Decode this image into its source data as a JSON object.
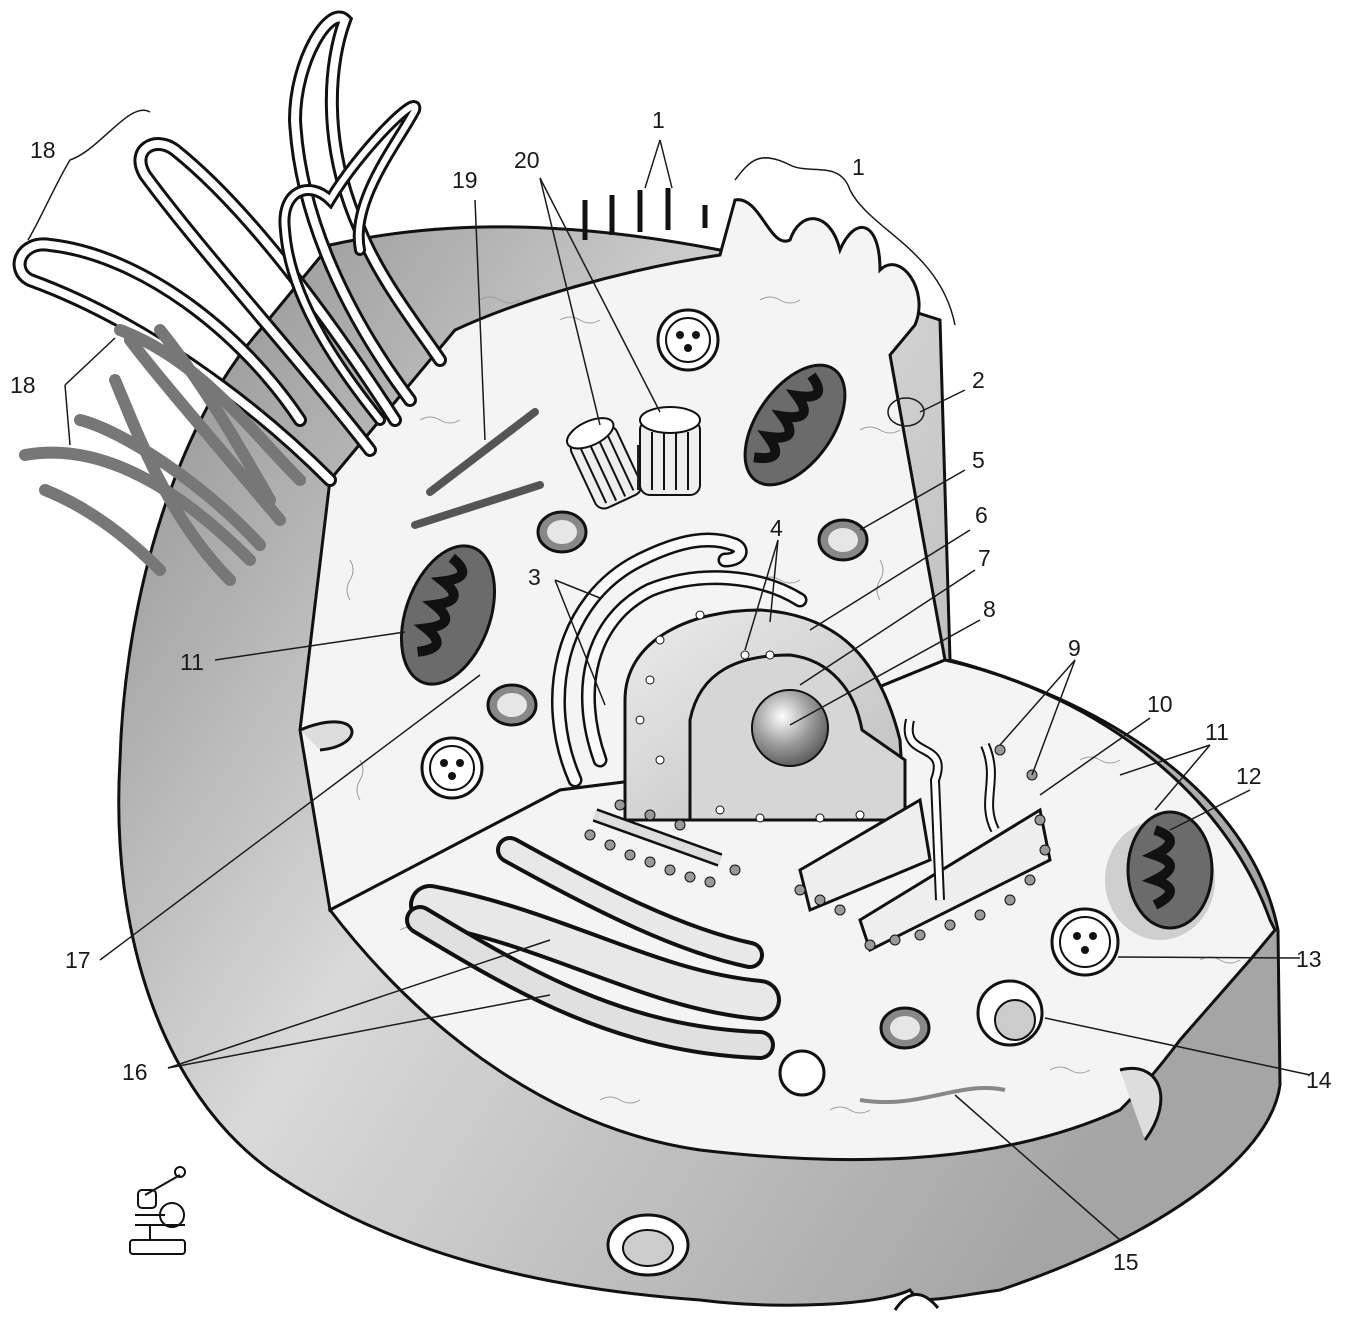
{
  "diagram": {
    "labels": {
      "l1a": "1",
      "l1b": "1",
      "l2": "2",
      "l3": "3",
      "l4": "4",
      "l5": "5",
      "l6": "6",
      "l7": "7",
      "l8": "8",
      "l9": "9",
      "l10": "10",
      "l11a": "11",
      "l11b": "11",
      "l12": "12",
      "l13": "13",
      "l14": "14",
      "l15": "15",
      "l16": "16",
      "l17": "17",
      "l18a": "18",
      "l18b": "18",
      "l19": "19",
      "l20": "20"
    },
    "colors": {
      "membrane_shading": "#9d9d9d",
      "cytoplasm": "#f2f2f2",
      "mitochondria": "#6b6b6b",
      "outline": "#111111"
    }
  }
}
